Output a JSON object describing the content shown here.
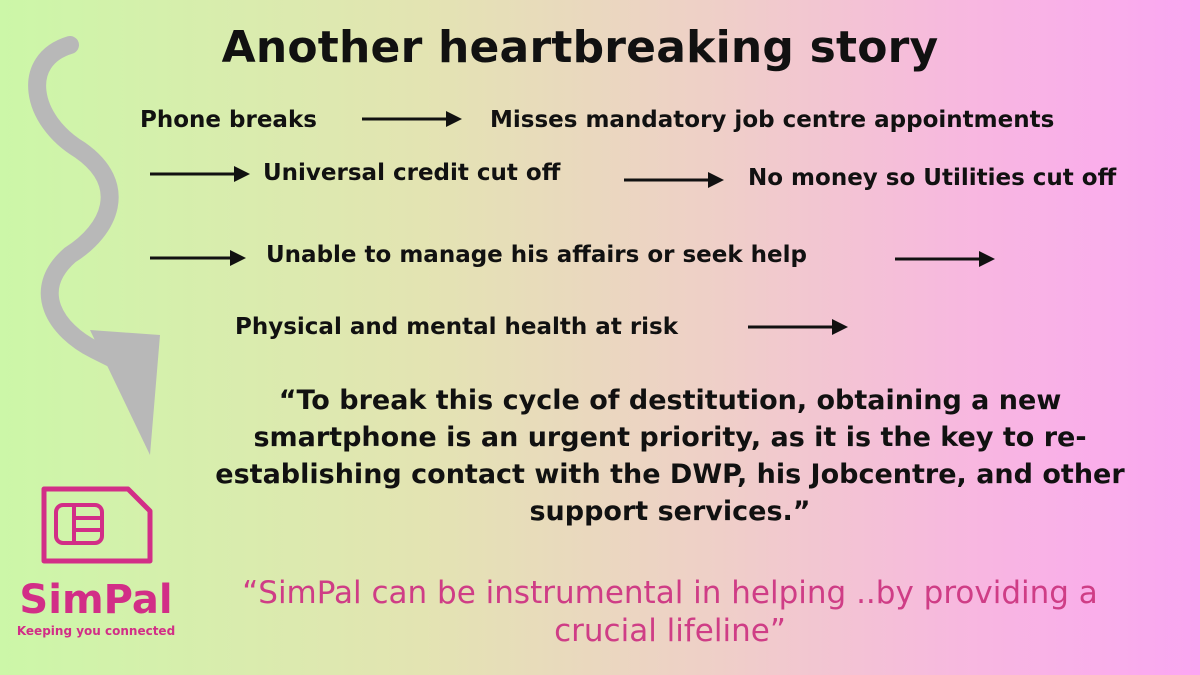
{
  "title": "Another heartbreaking story",
  "steps": [
    "Phone breaks",
    "Misses mandatory job centre appointments",
    "Universal credit cut off",
    "No money so Utilities cut off",
    "Unable to manage his affairs or seek help",
    "Physical and mental health at risk"
  ],
  "quote": "“To break this cycle of destitution, obtaining a new smartphone is an urgent priority, as it is the key to re-establishing contact with the DWP, his Jobcentre, and other support services.”",
  "tagline": "“SimPal can be instrumental in helping ..by providing a crucial lifeline”",
  "brand": {
    "name": "SimPal",
    "slogan": "Keeping you connected"
  },
  "colors": {
    "brand": "#d22e87",
    "curved_arrow": "#b8b8b8",
    "text": "#111111"
  },
  "icons": {
    "flow": "curved-down-arrow-icon",
    "logo": "sim-card-icon",
    "connector": "right-arrow-icon"
  }
}
